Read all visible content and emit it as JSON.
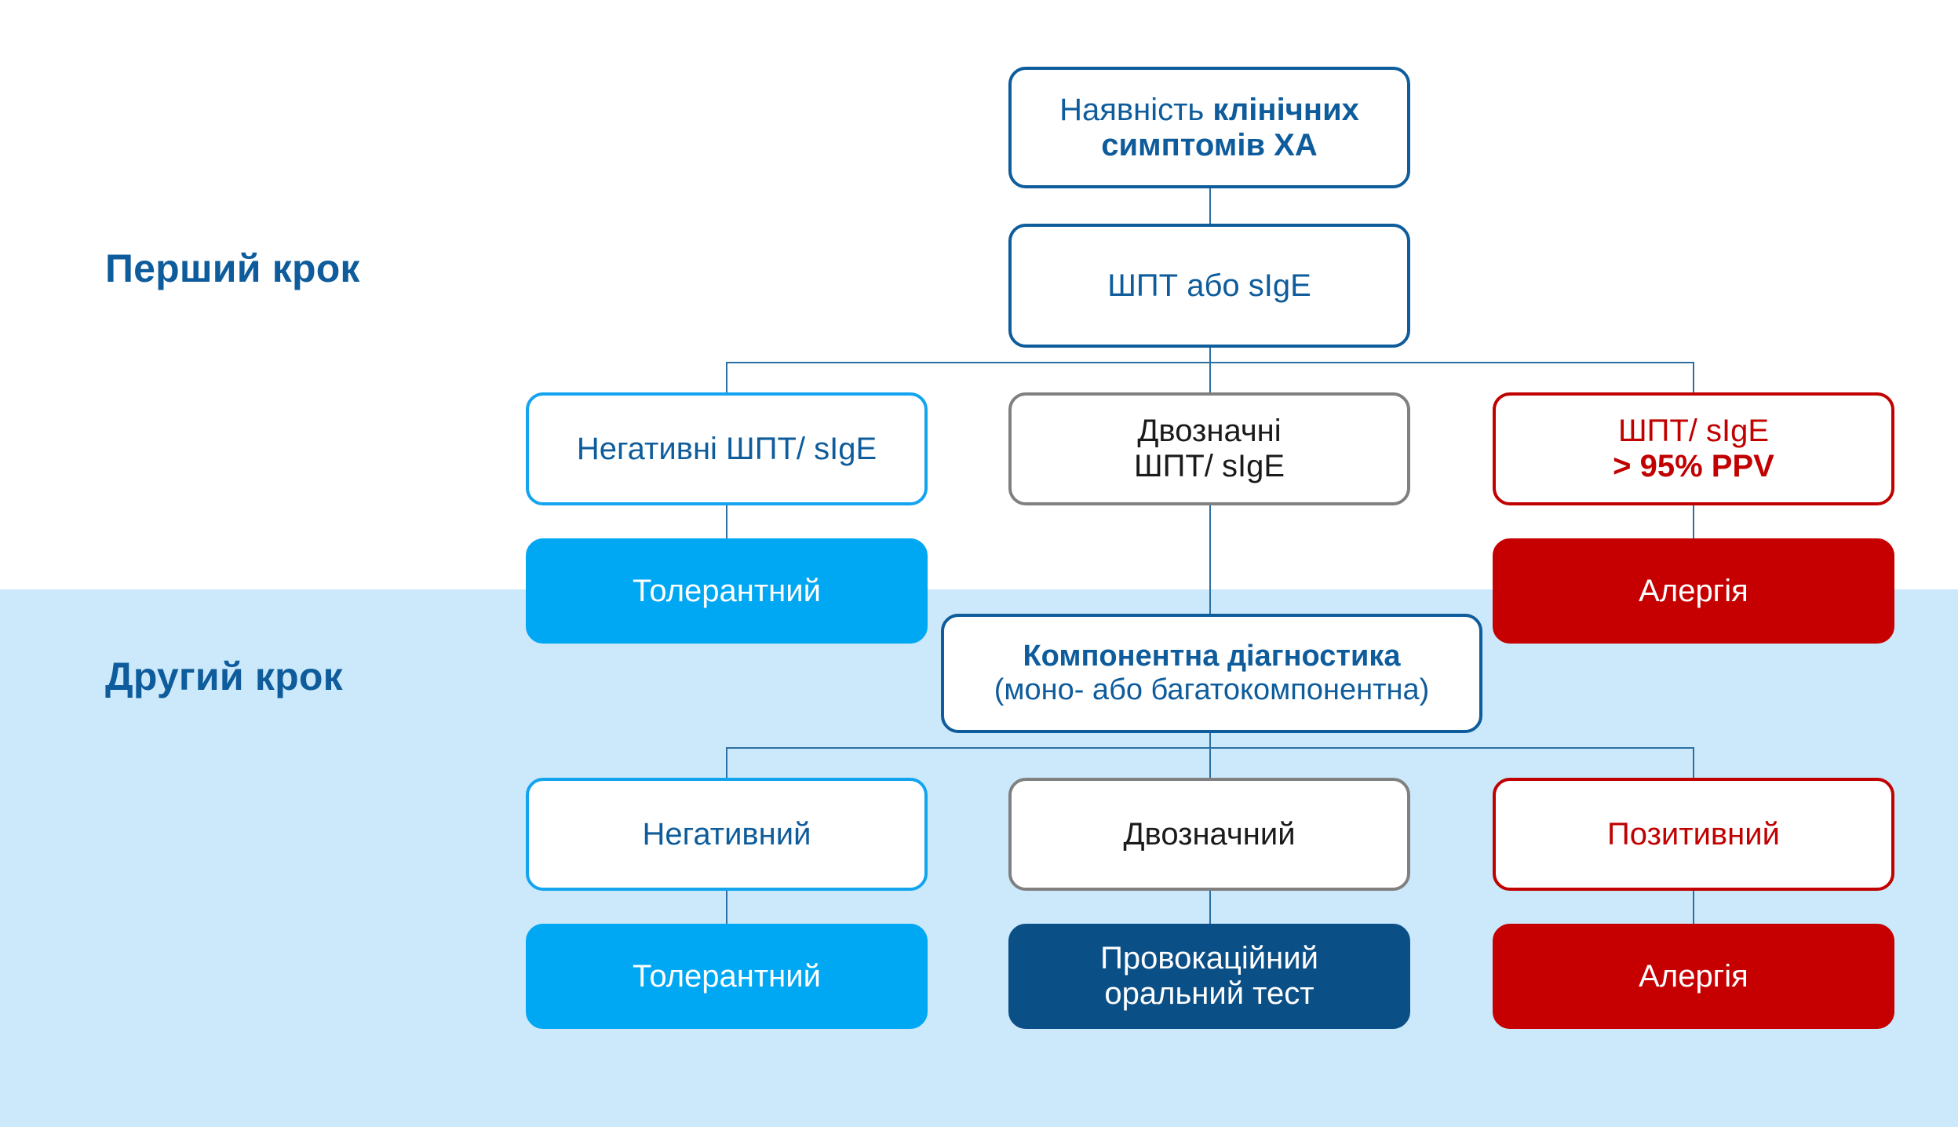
{
  "diagram": {
    "title_implicit": "",
    "background": {
      "top_color": "#ffffff",
      "bottom_color": "#cbe9fb"
    },
    "steps": [
      {
        "id": "step-1",
        "label": "Перший крок"
      },
      {
        "id": "step-2",
        "label": "Другий крок"
      }
    ],
    "palette": {
      "navy": "#0e5c9b",
      "light_blue": "#13a4f0",
      "fill_light_blue": "#00a7f3",
      "fill_navy": "#0b4f87",
      "red": "#c10000",
      "fill_red": "#c60000",
      "grey": "#808080",
      "connector": "#2d6fa3"
    },
    "nodes": {
      "symptoms": {
        "line1_regular": "Наявність ",
        "line1_bold": "клінічних",
        "line2_bold": "симптомів ХА"
      },
      "test_first": {
        "line1": "ШПТ або sIgE"
      },
      "negative_spt": {
        "line1": "Негативні ШПТ/ sIgE"
      },
      "equivocal_spt": {
        "line1": "Двозначні",
        "line2": "ШПТ/ sIgE"
      },
      "positive_spt": {
        "line1": "ШПТ/ sIgE",
        "line2_bold": "> 95% PPV"
      },
      "tolerant_1": {
        "line1": "Толерантний"
      },
      "allergy_1": {
        "line1": "Алергія"
      },
      "component": {
        "line1_bold": "Компонентна діагностика",
        "line2_regular": "(моно- або багатокомпонентна)"
      },
      "negative_2": {
        "line1": "Негативний"
      },
      "equivocal_2": {
        "line1": "Двозначний"
      },
      "positive_2": {
        "line1": "Позитивний"
      },
      "tolerant_2": {
        "line1": "Толерантний"
      },
      "oral_challenge": {
        "line1": "Провокаційний",
        "line2": "оральний тест"
      },
      "allergy_2": {
        "line1": "Алергія"
      }
    }
  }
}
